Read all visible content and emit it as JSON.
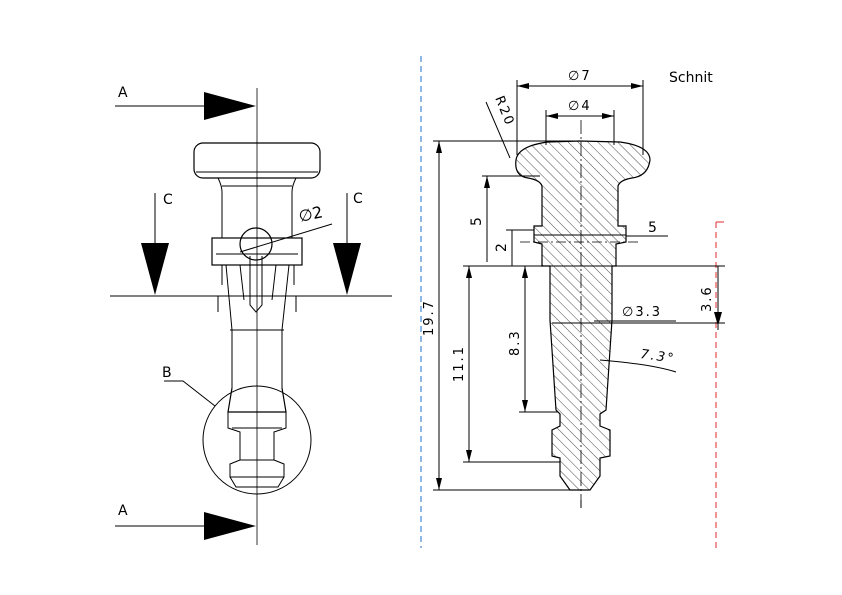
{
  "left_view": {
    "section_a_top": "A",
    "section_a_bottom": "A",
    "section_c_left": "C",
    "section_c_right": "C",
    "detail_b": "B",
    "dia_2": "∅2"
  },
  "right_view": {
    "title": "Schnit",
    "dia_7": "∅7",
    "dia_4": "∅4",
    "r20": "R20",
    "dim_5_upper": "5",
    "dim_2": "2",
    "dim_5_right": "5",
    "dim_19_7": "19.7",
    "dim_11_1": "11.1",
    "dim_8_3": "8.3",
    "dim_3_6": "3.6",
    "dia_3_3": "∅3.3",
    "angle_7_3": "7.3°"
  },
  "colors": {
    "line": "#000000",
    "divider_blue": "#1f6fd0",
    "divider_red": "#e0282e",
    "background": "#ffffff"
  }
}
